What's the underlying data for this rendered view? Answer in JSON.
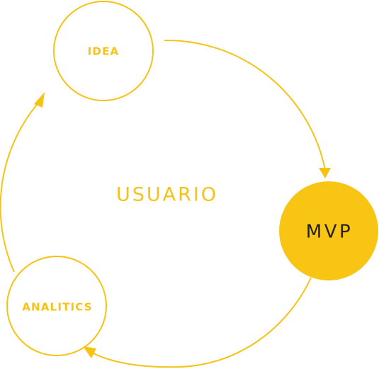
{
  "diagram": {
    "center_label": "USUARIO",
    "nodes": {
      "idea": {
        "label": "IDEA"
      },
      "mvp": {
        "label": "MVP"
      },
      "analitics": {
        "label": "ANALITICS"
      }
    },
    "colors": {
      "accent": "#F6C315",
      "mvp_fill": "#F9C515",
      "mvp_text": "#222222",
      "background": "#FFFFFF"
    },
    "flow": [
      "IDEA",
      "MVP",
      "ANALITICS",
      "IDEA"
    ]
  }
}
